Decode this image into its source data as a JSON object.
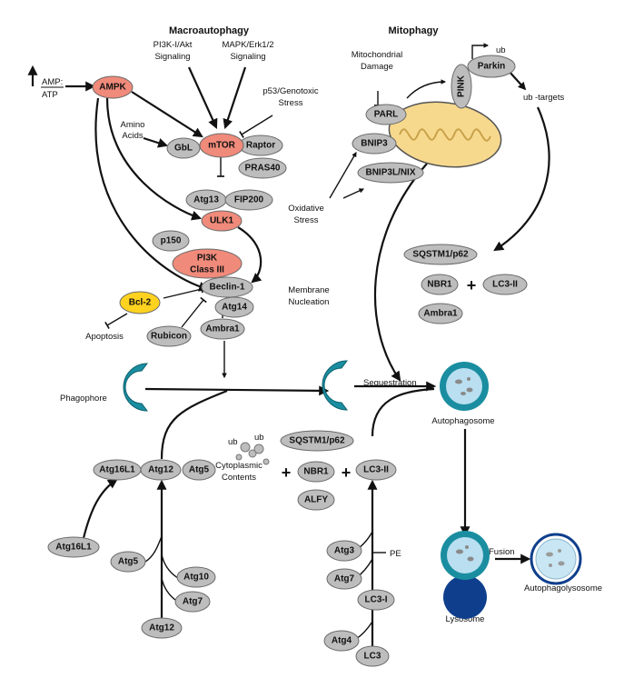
{
  "titles": {
    "macroautophagy": "Macroautophagy",
    "mitophagy": "Mitophagy"
  },
  "labels": {
    "amp": "AMP:",
    "atp": "ATP",
    "pi3k_signaling_1": "PI3K-I/Akt",
    "pi3k_signaling_2": "Signaling",
    "mapk_signaling_1": "MAPK/Erk1/2",
    "mapk_signaling_2": "Signaling",
    "p53_1": "p53/Genotoxic",
    "p53_2": "Stress",
    "amino_1": "Amino",
    "amino_2": "Acids",
    "mito_damage_1": "Mitochondrial",
    "mito_damage_2": "Damage",
    "ub_targets": "-targets",
    "ub_targets_prefix": "ub",
    "oxidative_1": "Oxidative",
    "oxidative_2": "Stress",
    "membrane_1": "Membrane",
    "membrane_2": "Nucleation",
    "apoptosis": "Apoptosis",
    "phagophore": "Phagophore",
    "sequestration": "Sequestration",
    "autophagosome": "Autophagosome",
    "cytoplasmic_1": "Cytoplasmic",
    "cytoplasmic_2": "Contents",
    "pe": "PE",
    "fusion": "Fusion",
    "lysosome": "Lysosome",
    "autophagolysosome": "Autophagolysosome",
    "plus": "+",
    "ub": "ub"
  },
  "nodes": {
    "ampk": "AMPK",
    "gbl": "GbL",
    "mtor": "mTOR",
    "raptor": "Raptor",
    "pras40": "PRAS40",
    "atg13": "Atg13",
    "fip200": "FIP200",
    "ulk1": "ULK1",
    "p150": "p150",
    "pi3k_1": "PI3K",
    "pi3k_2": "Class III",
    "beclin": "Beclin-1",
    "bcl2": "Bcl-2",
    "atg14": "Atg14",
    "rubicon": "Rubicon",
    "ambra1": "Ambra1",
    "parl": "PARL",
    "pink": "PINK",
    "parkin": "Parkin",
    "bnip3": "BNIP3",
    "bnip3l": "BNIP3L/NIX",
    "sqstm1_top": "SQSTM1/p62",
    "nbr1_top": "NBR1",
    "lc3ii_top": "LC3-II",
    "ambra1_right": "Ambra1",
    "atg16l1_complex": "Atg16L1",
    "atg12_complex": "Atg12",
    "atg5_complex": "Atg5",
    "atg16l1": "Atg16L1",
    "atg5": "Atg5",
    "atg10": "Atg10",
    "atg7_left": "Atg7",
    "atg12": "Atg12",
    "sqstm1_mid": "SQSTM1/p62",
    "nbr1_mid": "NBR1",
    "alfy": "ALFY",
    "lc3ii_mid": "LC3-II",
    "atg3": "Atg3",
    "atg7_right": "Atg7",
    "lc3i": "LC3-I",
    "atg4": "Atg4",
    "lc3": "LC3"
  },
  "colors": {
    "gray_node": "#bdbdbd",
    "red_node": "#f08a7a",
    "yellow_node": "#ffd21f",
    "teal_membrane": "#1a8ea0",
    "lysosome_blue": "#0f3f8c",
    "mitochondrion_fill": "#f7d98e"
  }
}
